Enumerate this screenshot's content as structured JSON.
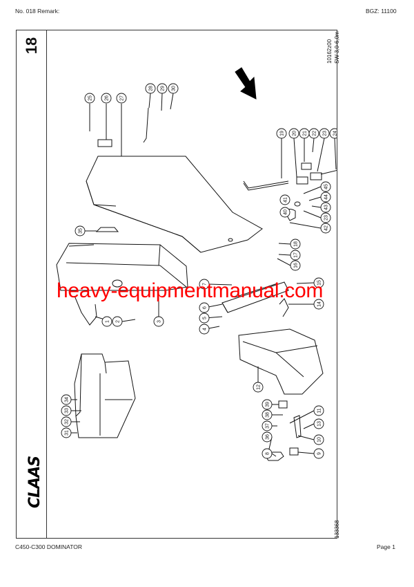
{
  "header": {
    "left": "No. 018   Remark:",
    "right": "BGZ: 11100"
  },
  "footer": {
    "left": "C450-C300 DOMINATOR",
    "right": "Page 1"
  },
  "sheet": {
    "page_number": "18",
    "drawing_code": "10162z00",
    "spec": "SW 3,0-6,0m",
    "drawing_id": "133368",
    "brand_logo": "CLAAS"
  },
  "watermark": "heavy-equipmentmanual.com",
  "diagram": {
    "direction_arrow": "arrow-down-right",
    "callouts": [
      "1",
      "2",
      "3",
      "4",
      "5",
      "6",
      "7",
      "8",
      "9",
      "10",
      "11",
      "12",
      "13",
      "14",
      "15",
      "16",
      "17",
      "18",
      "19",
      "20",
      "21",
      "22",
      "23",
      "24",
      "25",
      "26",
      "27",
      "28",
      "29",
      "30",
      "31",
      "32",
      "33",
      "34",
      "35",
      "36",
      "37",
      "38",
      "39",
      "40",
      "41",
      "42",
      "43",
      "44",
      "45"
    ]
  }
}
